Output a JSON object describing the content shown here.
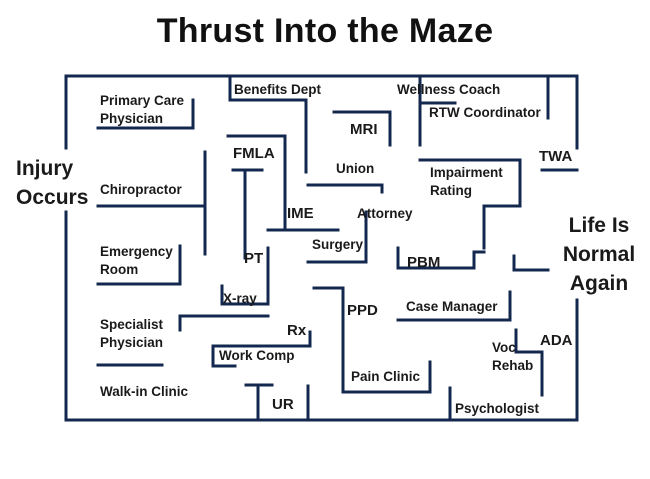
{
  "title": "Thrust Into the Maze",
  "colors": {
    "wall": "#14284f",
    "text": "#1a1a1a",
    "background": "#ffffff"
  },
  "start": {
    "line1": "Injury",
    "line2": "Occurs"
  },
  "finish": {
    "line1": "Life Is",
    "line2": "Normal",
    "line3": "Again"
  },
  "labels": {
    "primary_care_1": "Primary Care",
    "primary_care_2": "Physician",
    "benefits_dept": "Benefits Dept",
    "wellness_coach": "Wellness Coach",
    "rtw_coordinator": "RTW Coordinator",
    "mri": "MRI",
    "fmla": "FMLA",
    "twa": "TWA",
    "union": "Union",
    "impairment_1": "Impairment",
    "impairment_2": "Rating",
    "chiropractor": "Chiropractor",
    "ime": "IME",
    "attorney": "Attorney",
    "emergency_1": "Emergency",
    "emergency_2": "Room",
    "surgery": "Surgery",
    "pt": "PT",
    "pbm": "PBM",
    "xray": "X-ray",
    "specialist_1": "Specialist",
    "specialist_2": "Physician",
    "ppd": "PPD",
    "case_manager": "Case Manager",
    "rx": "Rx",
    "ada": "ADA",
    "work_comp": "Work Comp",
    "voc_1": "Voc",
    "voc_2": "Rehab",
    "walkin_clinic": "Walk-in Clinic",
    "pain_clinic": "Pain Clinic",
    "ur": "UR",
    "psychologist": "Psychologist"
  }
}
